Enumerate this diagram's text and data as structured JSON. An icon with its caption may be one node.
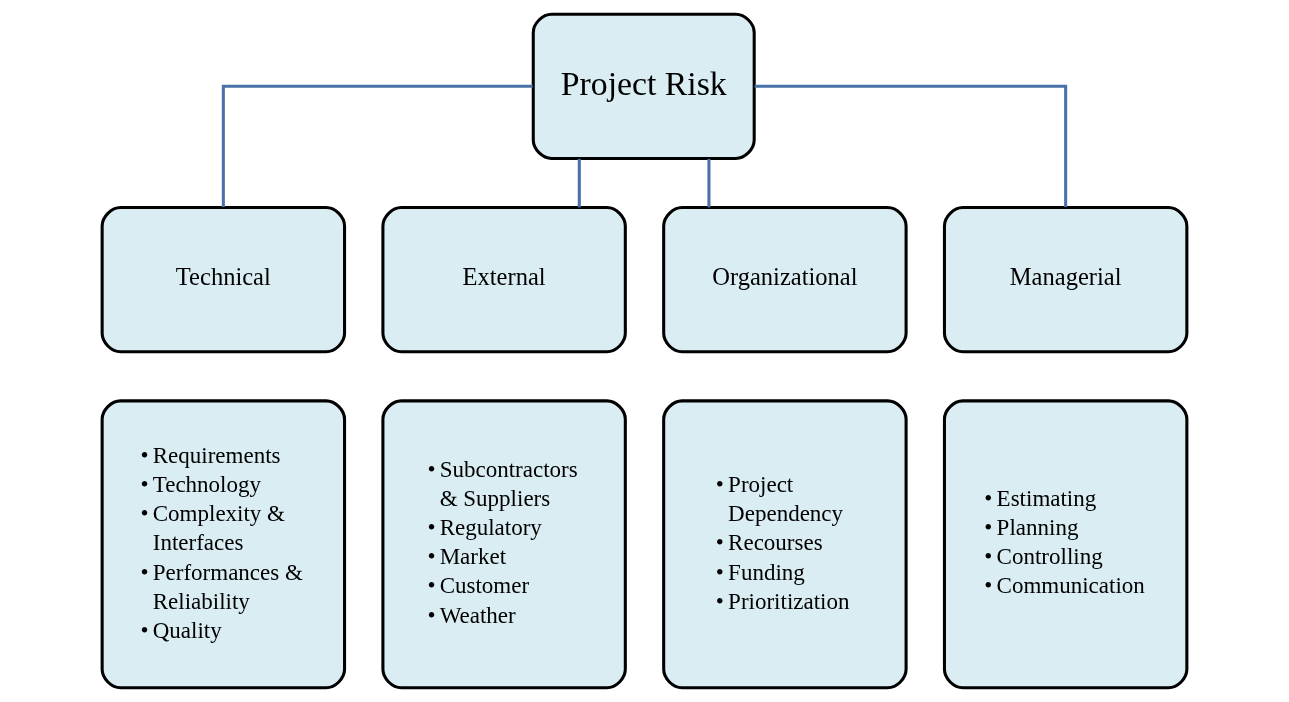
{
  "diagram": {
    "nodes": [
      {
        "text": [
          "Project Risk"
        ]
      },
      {
        "text": [
          "Technical"
        ]
      },
      {
        "text": [
          "External"
        ]
      },
      {
        "text": [
          "Organizational"
        ]
      },
      {
        "text": [
          "Managerial"
        ]
      },
      {
        "text": [
          "• Requirements",
          "• Technology",
          "• Complexity & Interfaces",
          "• Performances & Reliability",
          "• Quality"
        ]
      },
      {
        "text": [
          "• Subcontractors & Suppliers",
          "• Regulatory",
          "• Market",
          "• Customer",
          "• Weather"
        ]
      },
      {
        "text": [
          "• Project Dependency",
          "• Recourses",
          "• Funding",
          "• Prioritization"
        ]
      },
      {
        "text": [
          "• Estimating",
          "• Planning",
          "• Controlling",
          "• Communication"
        ]
      }
    ],
    "edges": [
      {
        "from": 0,
        "to": 1,
        "arrow": "none"
      },
      {
        "from": 0,
        "to": 2,
        "arrow": "none"
      },
      {
        "from": 0,
        "to": 3,
        "arrow": "none"
      },
      {
        "from": 0,
        "to": 4,
        "arrow": "none"
      }
    ]
  }
}
